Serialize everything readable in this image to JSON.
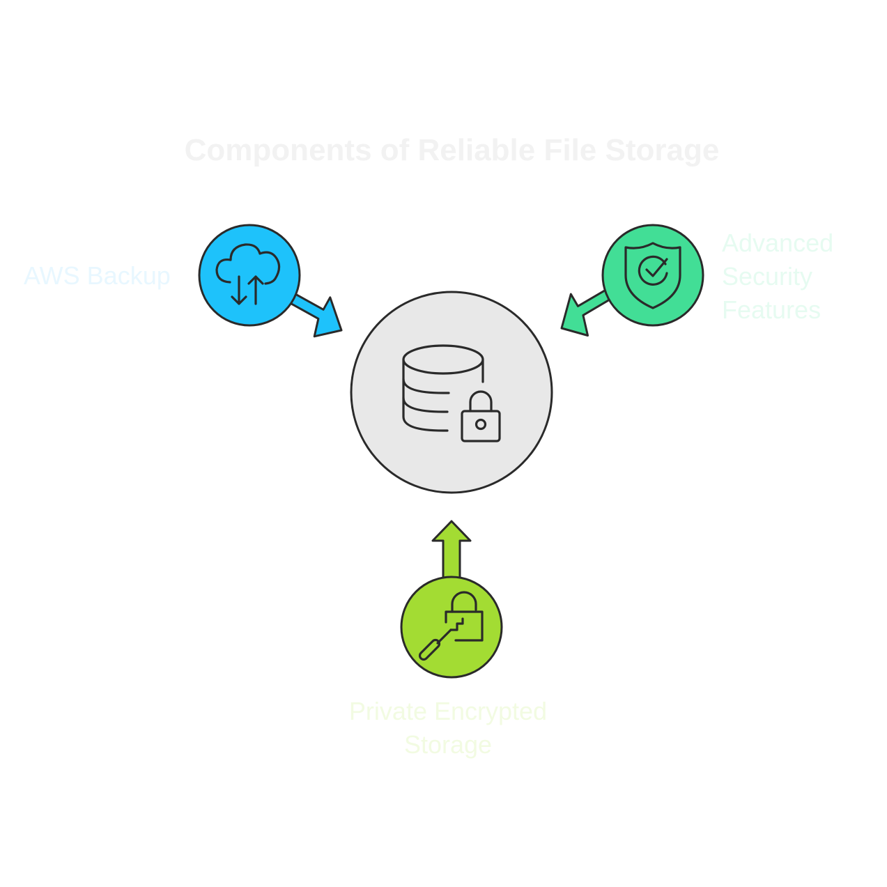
{
  "title": "Components of Reliable File Storage",
  "center": {
    "icon": "database-lock-icon",
    "fill": "#e8e8e8"
  },
  "components": [
    {
      "id": "aws-backup",
      "label": "AWS Backup",
      "icon": "cloud-sync-icon",
      "color": "#1ec2fb"
    },
    {
      "id": "advanced-security",
      "label_lines": [
        "Advanced",
        "Security",
        "Features"
      ],
      "icon": "shield-check-icon",
      "color": "#42de96"
    },
    {
      "id": "private-encrypted-storage",
      "label_lines": [
        "Private Encrypted",
        "Storage"
      ],
      "icon": "key-unlock-icon",
      "color": "#a3dc33"
    }
  ],
  "colors": {
    "outline": "#2a2a2a",
    "title": "#f2f2f2"
  }
}
